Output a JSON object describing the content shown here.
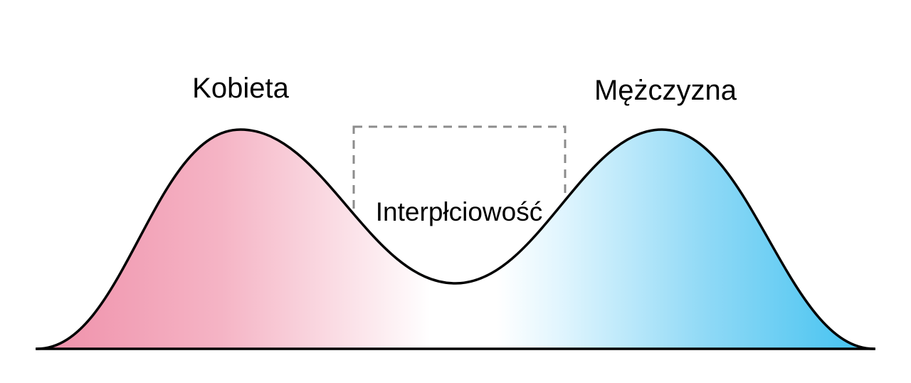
{
  "diagram": {
    "title": "Bimodal sex distribution diagram",
    "labels": {
      "female": "Kobieta",
      "male": "Mężczyzna",
      "intersex": "Interpłciowość"
    },
    "colors": {
      "female_pink_strong": "#EF8FA9",
      "female_pink_mid": "#F5B4C5",
      "female_pink_faint": "#FCE9EE",
      "center_white": "#FFFFFF",
      "male_blue_faint": "#E3F6FE",
      "male_blue_mid": "#8FD9F6",
      "male_blue_strong": "#3FC1F0",
      "curve_stroke": "#000000",
      "dashed_box": "#8C8C8C",
      "background": "#FFFFFF"
    }
  }
}
